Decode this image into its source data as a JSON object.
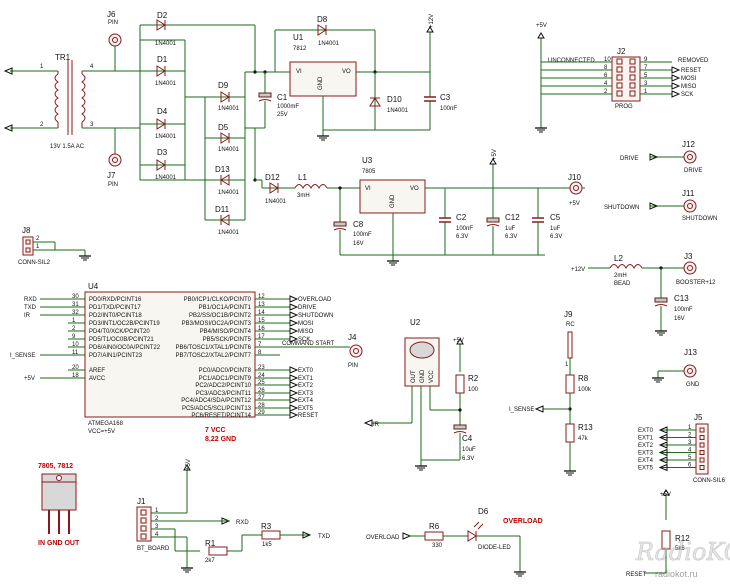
{
  "components": {
    "tr1": {
      "ref": "TR1",
      "value": "13V 1.5A AC"
    },
    "j6": {
      "ref": "J6",
      "value": "PIN"
    },
    "j7": {
      "ref": "J7",
      "value": "PIN"
    },
    "d1": {
      "ref": "D1",
      "value": "1N4001"
    },
    "d2": {
      "ref": "D2",
      "value": "1N4001"
    },
    "d3": {
      "ref": "D3",
      "value": "1N4001"
    },
    "d4": {
      "ref": "D4",
      "value": "1N4001"
    },
    "d5": {
      "ref": "D5",
      "value": "1N4001"
    },
    "d8": {
      "ref": "D8",
      "value": "1N4001"
    },
    "d9": {
      "ref": "D9",
      "value": "1N4001"
    },
    "d10": {
      "ref": "D10",
      "value": "1N4001"
    },
    "d11": {
      "ref": "D11",
      "value": "1N4001"
    },
    "d12": {
      "ref": "D12",
      "value": "1N4001"
    },
    "d13": {
      "ref": "D13",
      "value": "1N4001"
    },
    "c1": {
      "ref": "C1",
      "value": "1000mF",
      "voltage": "25V"
    },
    "c2": {
      "ref": "C2",
      "value": "100nF",
      "voltage": "6.3V"
    },
    "c3": {
      "ref": "C3",
      "value": "100nF"
    },
    "c4": {
      "ref": "C4",
      "value": "10uF",
      "voltage": "6.3V"
    },
    "c5": {
      "ref": "C5",
      "value": "1uF",
      "voltage": "6.3V"
    },
    "c8": {
      "ref": "C8",
      "value": "100mF",
      "voltage": "16V"
    },
    "c12": {
      "ref": "C12",
      "value": "1uF",
      "voltage": "6.3V"
    },
    "c13": {
      "ref": "C13",
      "value": "100mF",
      "voltage": "16V"
    },
    "u1": {
      "ref": "U1",
      "value": "7812",
      "vi": "VI",
      "vo": "VO",
      "gnd": "GND"
    },
    "u2": {
      "ref": "U2",
      "out": "OUT",
      "gnd": "GND",
      "vcc": "VCC"
    },
    "u3": {
      "ref": "U3",
      "value": "7805",
      "vi": "VI",
      "vo": "VO",
      "gnd": "GND"
    },
    "u4": {
      "ref": "U4",
      "value": "ATMEGA168",
      "vcc": "VCC=+5V",
      "note1": "7 VCC",
      "note2": "8,22 GND"
    },
    "l1": {
      "ref": "L1",
      "value": "3mH"
    },
    "l2": {
      "ref": "L2",
      "value": "2mH",
      "extra": "BEAD"
    },
    "j1": {
      "ref": "J1",
      "value": "BT_BOARD"
    },
    "j2": {
      "ref": "J2",
      "value": "PROG",
      "left": "UNCONNECTED",
      "right": "REMOVED"
    },
    "j3": {
      "ref": "J3",
      "value": "BOOSTER+12"
    },
    "j4": {
      "ref": "J4",
      "value": "PIN"
    },
    "j5": {
      "ref": "J5",
      "value": "CONN-SIL6"
    },
    "j8": {
      "ref": "J8",
      "value": "CONN-SIL2"
    },
    "j9": {
      "ref": "J9",
      "value": "RC"
    },
    "j10": {
      "ref": "J10",
      "value": "+5V"
    },
    "j11": {
      "ref": "J11",
      "value": "SHUTDOWN"
    },
    "j12": {
      "ref": "J12",
      "value": "DRIVE"
    },
    "j13": {
      "ref": "J13",
      "value": "GND"
    },
    "r1": {
      "ref": "R1",
      "value": "2k7"
    },
    "r2": {
      "ref": "R2",
      "value": "100"
    },
    "r3": {
      "ref": "R3",
      "value": "1k5"
    },
    "r6": {
      "ref": "R6",
      "value": "330"
    },
    "r8": {
      "ref": "R8",
      "value": "100k"
    },
    "r12": {
      "ref": "R12",
      "value": "5k6"
    },
    "r13": {
      "ref": "R13",
      "value": "47k"
    },
    "d6": {
      "ref": "D6",
      "value": "DIODE-LED",
      "label": "OVERLOAD"
    }
  },
  "u4_pins_left": [
    {
      "num": "30",
      "name": "PD0/RXD/PCINT16",
      "net": "RXD"
    },
    {
      "num": "31",
      "name": "PD1/TXD/PCINT17",
      "net": "TXD"
    },
    {
      "num": "32",
      "name": "PD2/INT0/PCINT18",
      "net": "IR"
    },
    {
      "num": "1",
      "name": "PD3/INT1/OC2B/PCINT19",
      "net": ""
    },
    {
      "num": "2",
      "name": "PD4/T0/XCK/PCINT20",
      "net": ""
    },
    {
      "num": "9",
      "name": "PD5/T1/OC0B/PCINT21",
      "net": ""
    },
    {
      "num": "10",
      "name": "PD6/AIN0/OC0A/PCINT22",
      "net": ""
    },
    {
      "num": "11",
      "name": "PD7/AIN1/PCINT23",
      "net": "I_SENSE"
    },
    {
      "num": "20",
      "name": "AREF",
      "net": ""
    },
    {
      "num": "18",
      "name": "AVCC",
      "net": "+5V"
    }
  ],
  "u4_pins_right": [
    {
      "num": "12",
      "name": "PB0/ICP1/CLKO/PCINT0",
      "net": "OVERLOAD"
    },
    {
      "num": "13",
      "name": "PB1/OC1A/PCINT1",
      "net": "DRIVE"
    },
    {
      "num": "14",
      "name": "PB2/SS/OC1B/PCINT2",
      "net": "SHUTDOWN"
    },
    {
      "num": "15",
      "name": "PB3/MOSI/OC2A/PCINT3",
      "net": "MOSI"
    },
    {
      "num": "16",
      "name": "PB4/MISO/PCINT4",
      "net": "MISO"
    },
    {
      "num": "17",
      "name": "PB5/SCK/PCINT5",
      "net": "SCK"
    },
    {
      "num": "7",
      "name": "PB6/TOSC1/XTAL1/PCINT6",
      "net": "COMMAND START"
    },
    {
      "num": "8",
      "name": "PB7/TOSC2/XTAL2/PCINT7",
      "net": ""
    },
    {
      "num": "23",
      "name": "PC0/ADC0/PCINT8",
      "net": "EXT0"
    },
    {
      "num": "24",
      "name": "PC1/ADC1/PCINT9",
      "net": "EXT1"
    },
    {
      "num": "25",
      "name": "PC2/ADC2/PCINT10",
      "net": "EXT2"
    },
    {
      "num": "26",
      "name": "PC3/ADC3/PCINT11",
      "net": "EXT3"
    },
    {
      "num": "27",
      "name": "PC4/ADC4/SDA/PCINT12",
      "net": "EXT4"
    },
    {
      "num": "28",
      "name": "PC5/ADC5/SCL/PCINT13",
      "net": "EXT5"
    },
    {
      "num": "29",
      "name": "PC6/RESET/PCINT14",
      "net": "RESET"
    }
  ],
  "prog_signals": [
    "RESET",
    "MOSI",
    "MISO",
    "SCK"
  ],
  "prog_pins_left": [
    "10",
    "8",
    "6",
    "4",
    "2"
  ],
  "prog_pins_right": [
    "9",
    "7",
    "5",
    "3",
    "1"
  ],
  "j5_nets": [
    "EXT0",
    "EXT1",
    "EXT2",
    "EXT3",
    "EXT4",
    "EXT5"
  ],
  "j5_pins": [
    "1",
    "2",
    "3",
    "4",
    "5",
    "6"
  ],
  "labels": {
    "plus12v": "+12V",
    "plus5v": "+5V",
    "drive": "DRIVE",
    "shutdown": "SHUTDOWN",
    "rxd": "RXD",
    "txd": "TXD",
    "ir": "IR",
    "i_sense": "I_SENSE",
    "overload": "OVERLOAD",
    "reset": "RESET",
    "package_title": "7805, 7812",
    "package_pins": "IN GND OUT",
    "watermark": "RadioKOT",
    "watermark_url": "radiokot.ru"
  }
}
